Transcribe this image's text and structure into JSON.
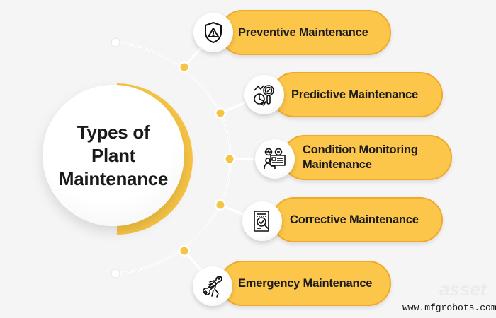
{
  "diagram": {
    "center_title": "Types of Plant Maintenance",
    "center_title_lines": [
      "Types of",
      "Plant",
      "Maintenance"
    ],
    "items": [
      {
        "label": "Preventive Maintenance",
        "icon": "shield-warning-icon"
      },
      {
        "label": "Predictive Maintenance",
        "icon": "analytics-magnifier-icon"
      },
      {
        "label": "Condition Monitoring Maintenance",
        "icon": "monitoring-operator-icon"
      },
      {
        "label": "Corrective Maintenance",
        "icon": "document-check-icon"
      },
      {
        "label": "Emergency Maintenance",
        "icon": "hand-wrench-icon"
      }
    ],
    "colors": {
      "pill_fill": "#fcc64b",
      "pill_border": "#f0a928",
      "accent_ring": "#f6c445",
      "node_dot": "#f6c445",
      "background": "#f5f5f5",
      "text": "#1c1c1c"
    }
  },
  "watermark": {
    "site": "www.mfgrobots.com",
    "ghost_logo": "asset"
  }
}
